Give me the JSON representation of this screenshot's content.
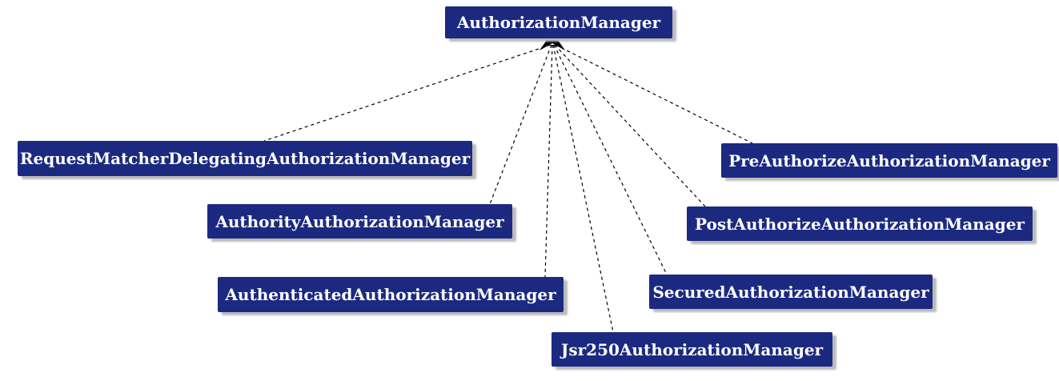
{
  "diagram": {
    "parent": {
      "label": "AuthorizationManager"
    },
    "children": [
      {
        "label": "RequestMatcherDelegatingAuthorizationManager"
      },
      {
        "label": "AuthorityAuthorizationManager"
      },
      {
        "label": "AuthenticatedAuthorizationManager"
      },
      {
        "label": "Jsr250AuthorizationManager"
      },
      {
        "label": "SecuredAuthorizationManager"
      },
      {
        "label": "PostAuthorizeAuthorizationManager"
      },
      {
        "label": "PreAuthorizeAuthorizationManager"
      }
    ],
    "relation": "dashed-realization-arrows-pointing-to-parent",
    "colors": {
      "box_fill": "#1b2a80",
      "text": "#ffffff",
      "line": "#000000",
      "shadow": "#bbbbbb"
    }
  }
}
